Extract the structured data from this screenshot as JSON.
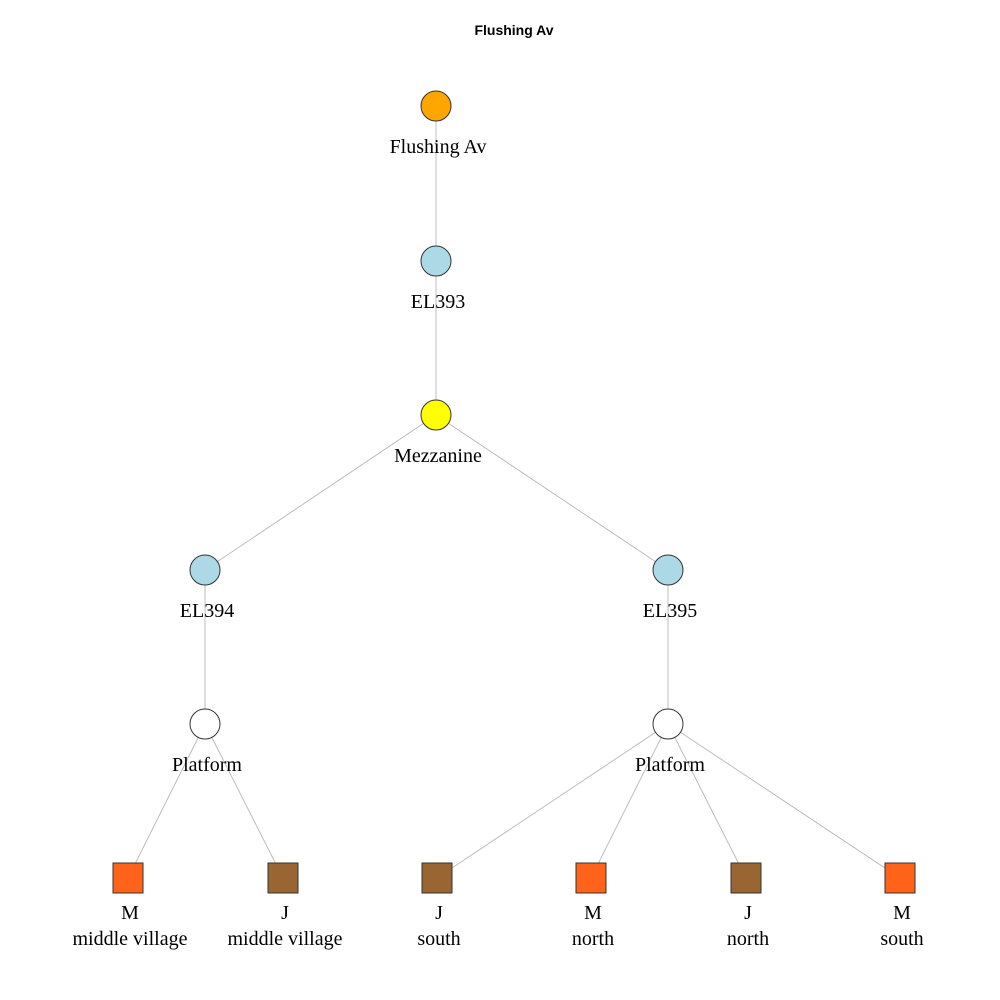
{
  "title": "Flushing Av",
  "nodes": [
    {
      "id": "n0",
      "name": "station-node",
      "shape": "circle",
      "color": "#FFA500",
      "lines": [
        "Flushing Av"
      ]
    },
    {
      "id": "n1",
      "name": "elevator-node-el393",
      "shape": "circle",
      "color": "#ADD8E6",
      "lines": [
        "EL393"
      ]
    },
    {
      "id": "n2",
      "name": "mezzanine-node",
      "shape": "circle",
      "color": "#FFFF00",
      "lines": [
        "Mezzanine"
      ]
    },
    {
      "id": "n3",
      "name": "elevator-node-el394",
      "shape": "circle",
      "color": "#ADD8E6",
      "lines": [
        "EL394"
      ]
    },
    {
      "id": "n4",
      "name": "elevator-node-el395",
      "shape": "circle",
      "color": "#ADD8E6",
      "lines": [
        "EL395"
      ]
    },
    {
      "id": "n5",
      "name": "platform-node-left",
      "shape": "circle",
      "color": "#FFFFFF",
      "lines": [
        "Platform"
      ]
    },
    {
      "id": "n6",
      "name": "platform-node-right",
      "shape": "circle",
      "color": "#FFFFFF",
      "lines": [
        "Platform"
      ]
    },
    {
      "id": "n7",
      "name": "route-m-middle-village-node",
      "shape": "square",
      "color": "#FF6319",
      "lines": [
        "M",
        "middle village"
      ]
    },
    {
      "id": "n8",
      "name": "route-j-middle-village-node",
      "shape": "square",
      "color": "#996633",
      "lines": [
        "J",
        "middle village"
      ]
    },
    {
      "id": "n9",
      "name": "route-j-south-node",
      "shape": "square",
      "color": "#996633",
      "lines": [
        "J",
        "south"
      ]
    },
    {
      "id": "n10",
      "name": "route-m-north-node",
      "shape": "square",
      "color": "#FF6319",
      "lines": [
        "M",
        "north"
      ]
    },
    {
      "id": "n11",
      "name": "route-j-north-node",
      "shape": "square",
      "color": "#996633",
      "lines": [
        "J",
        "north"
      ]
    },
    {
      "id": "n12",
      "name": "route-m-south-node",
      "shape": "square",
      "color": "#FF6319",
      "lines": [
        "M",
        "south"
      ]
    }
  ],
  "edges": [
    [
      "n0",
      "n1"
    ],
    [
      "n1",
      "n2"
    ],
    [
      "n2",
      "n3"
    ],
    [
      "n2",
      "n4"
    ],
    [
      "n3",
      "n5"
    ],
    [
      "n4",
      "n6"
    ],
    [
      "n5",
      "n7"
    ],
    [
      "n5",
      "n8"
    ],
    [
      "n6",
      "n9"
    ],
    [
      "n6",
      "n10"
    ],
    [
      "n6",
      "n11"
    ],
    [
      "n6",
      "n12"
    ]
  ]
}
